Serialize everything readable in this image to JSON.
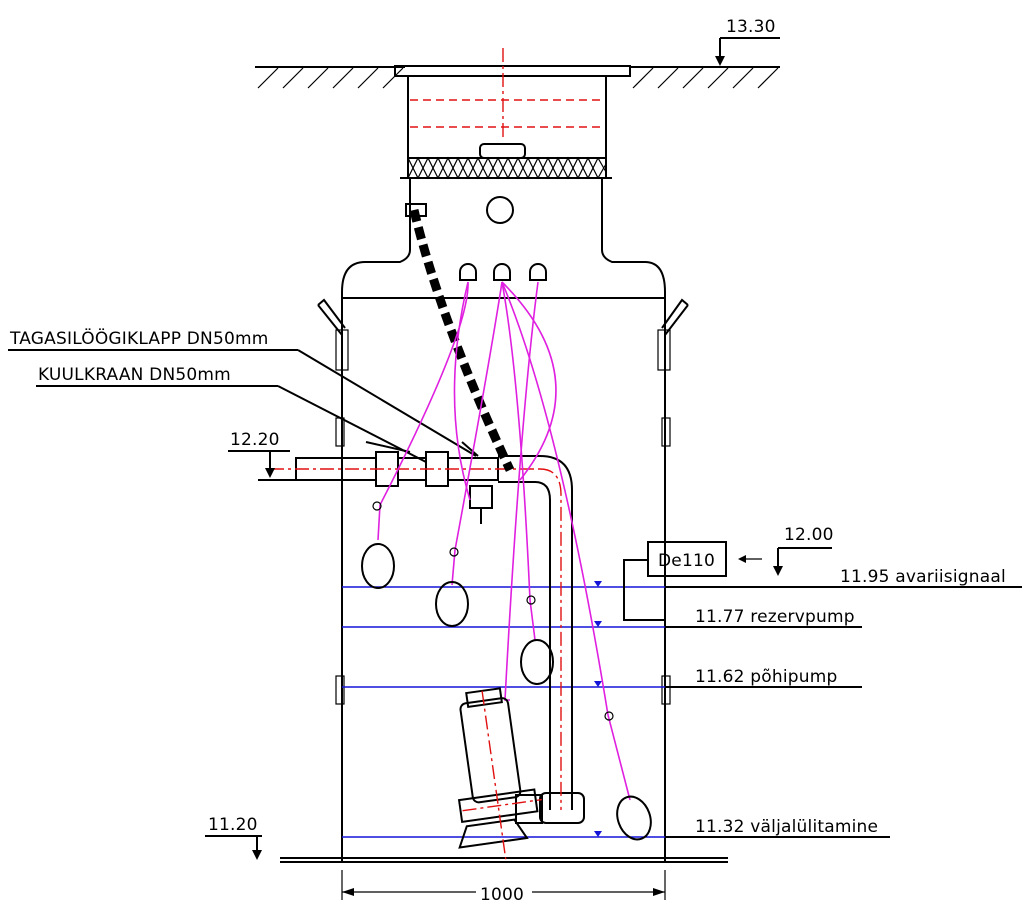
{
  "levels": {
    "ground": "13.30",
    "pressure_pipe": "12.20",
    "inlet": "12.00",
    "bottom": "11.20"
  },
  "labels": {
    "check_valve": "TAGASILÖÖGIKLAPP DN50mm",
    "ball_valve": "KUULKRAAN DN50mm",
    "inlet_pipe": "De110"
  },
  "water_levels": [
    {
      "value": "11.95",
      "name": "avariisignaal"
    },
    {
      "value": "11.77",
      "name": "rezervpump"
    },
    {
      "value": "11.62",
      "name": "põhipump"
    },
    {
      "value": "11.32",
      "name": "väljalülitamine"
    }
  ],
  "dimensions": {
    "diameter": "1000"
  },
  "colors": {
    "outline": "#000000",
    "water_line": "#1414d8",
    "axis_line": "#e01010",
    "cable": "#e020e0"
  }
}
